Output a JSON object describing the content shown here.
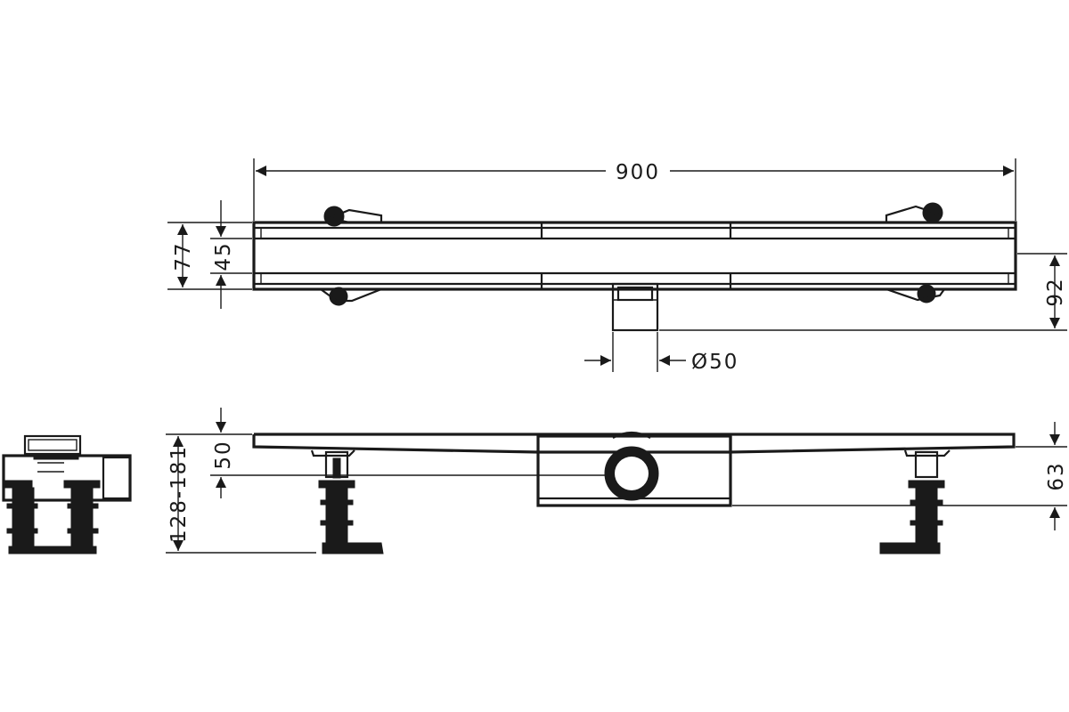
{
  "colors": {
    "line": "#1a1a1a",
    "background": "#ffffff"
  },
  "dimensions": {
    "overall_length": "900",
    "total_width": "77",
    "channel_width": "45",
    "outlet_depth": "92",
    "outlet_diameter": "Ø50",
    "installation_height": "128-181",
    "outlet_axis_height": "50",
    "body_height": "63"
  }
}
